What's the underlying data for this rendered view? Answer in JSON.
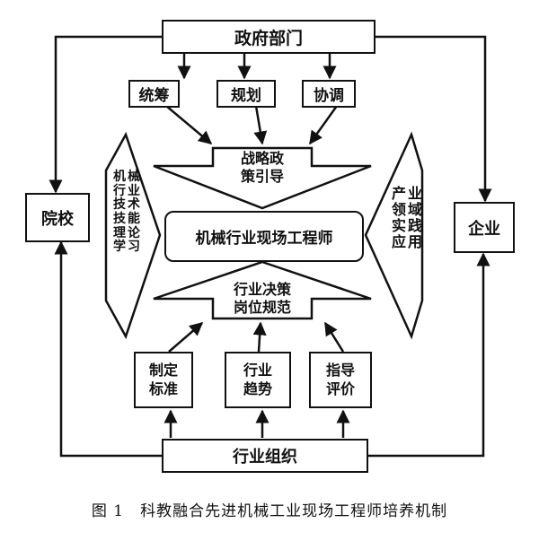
{
  "nodes": {
    "government": "政府部门",
    "coordinate_all": "统筹",
    "planning": "规划",
    "coordinate": "协调",
    "strategy_arrow": [
      "战略政",
      "策引导"
    ],
    "school": "院校",
    "enterprise": "企业",
    "center": "机械行业现场工程师",
    "school_arrow": [
      "机",
      "械",
      "行",
      "业",
      "技",
      "术",
      "技",
      "能",
      "理",
      "论",
      "学",
      "习"
    ],
    "enterprise_arrow": [
      "产",
      "业",
      "领",
      "域",
      "实",
      "践",
      "应",
      "用"
    ],
    "industry_arrow": [
      "行业决策",
      "岗位规范"
    ],
    "standards": [
      "制定",
      "标准"
    ],
    "trends": [
      "行业",
      "趋势"
    ],
    "evaluation": [
      "指导",
      "评价"
    ],
    "industry_org": "行业组织"
  },
  "caption": "图 1　科教融合先进机械工业现场工程师培养机制"
}
